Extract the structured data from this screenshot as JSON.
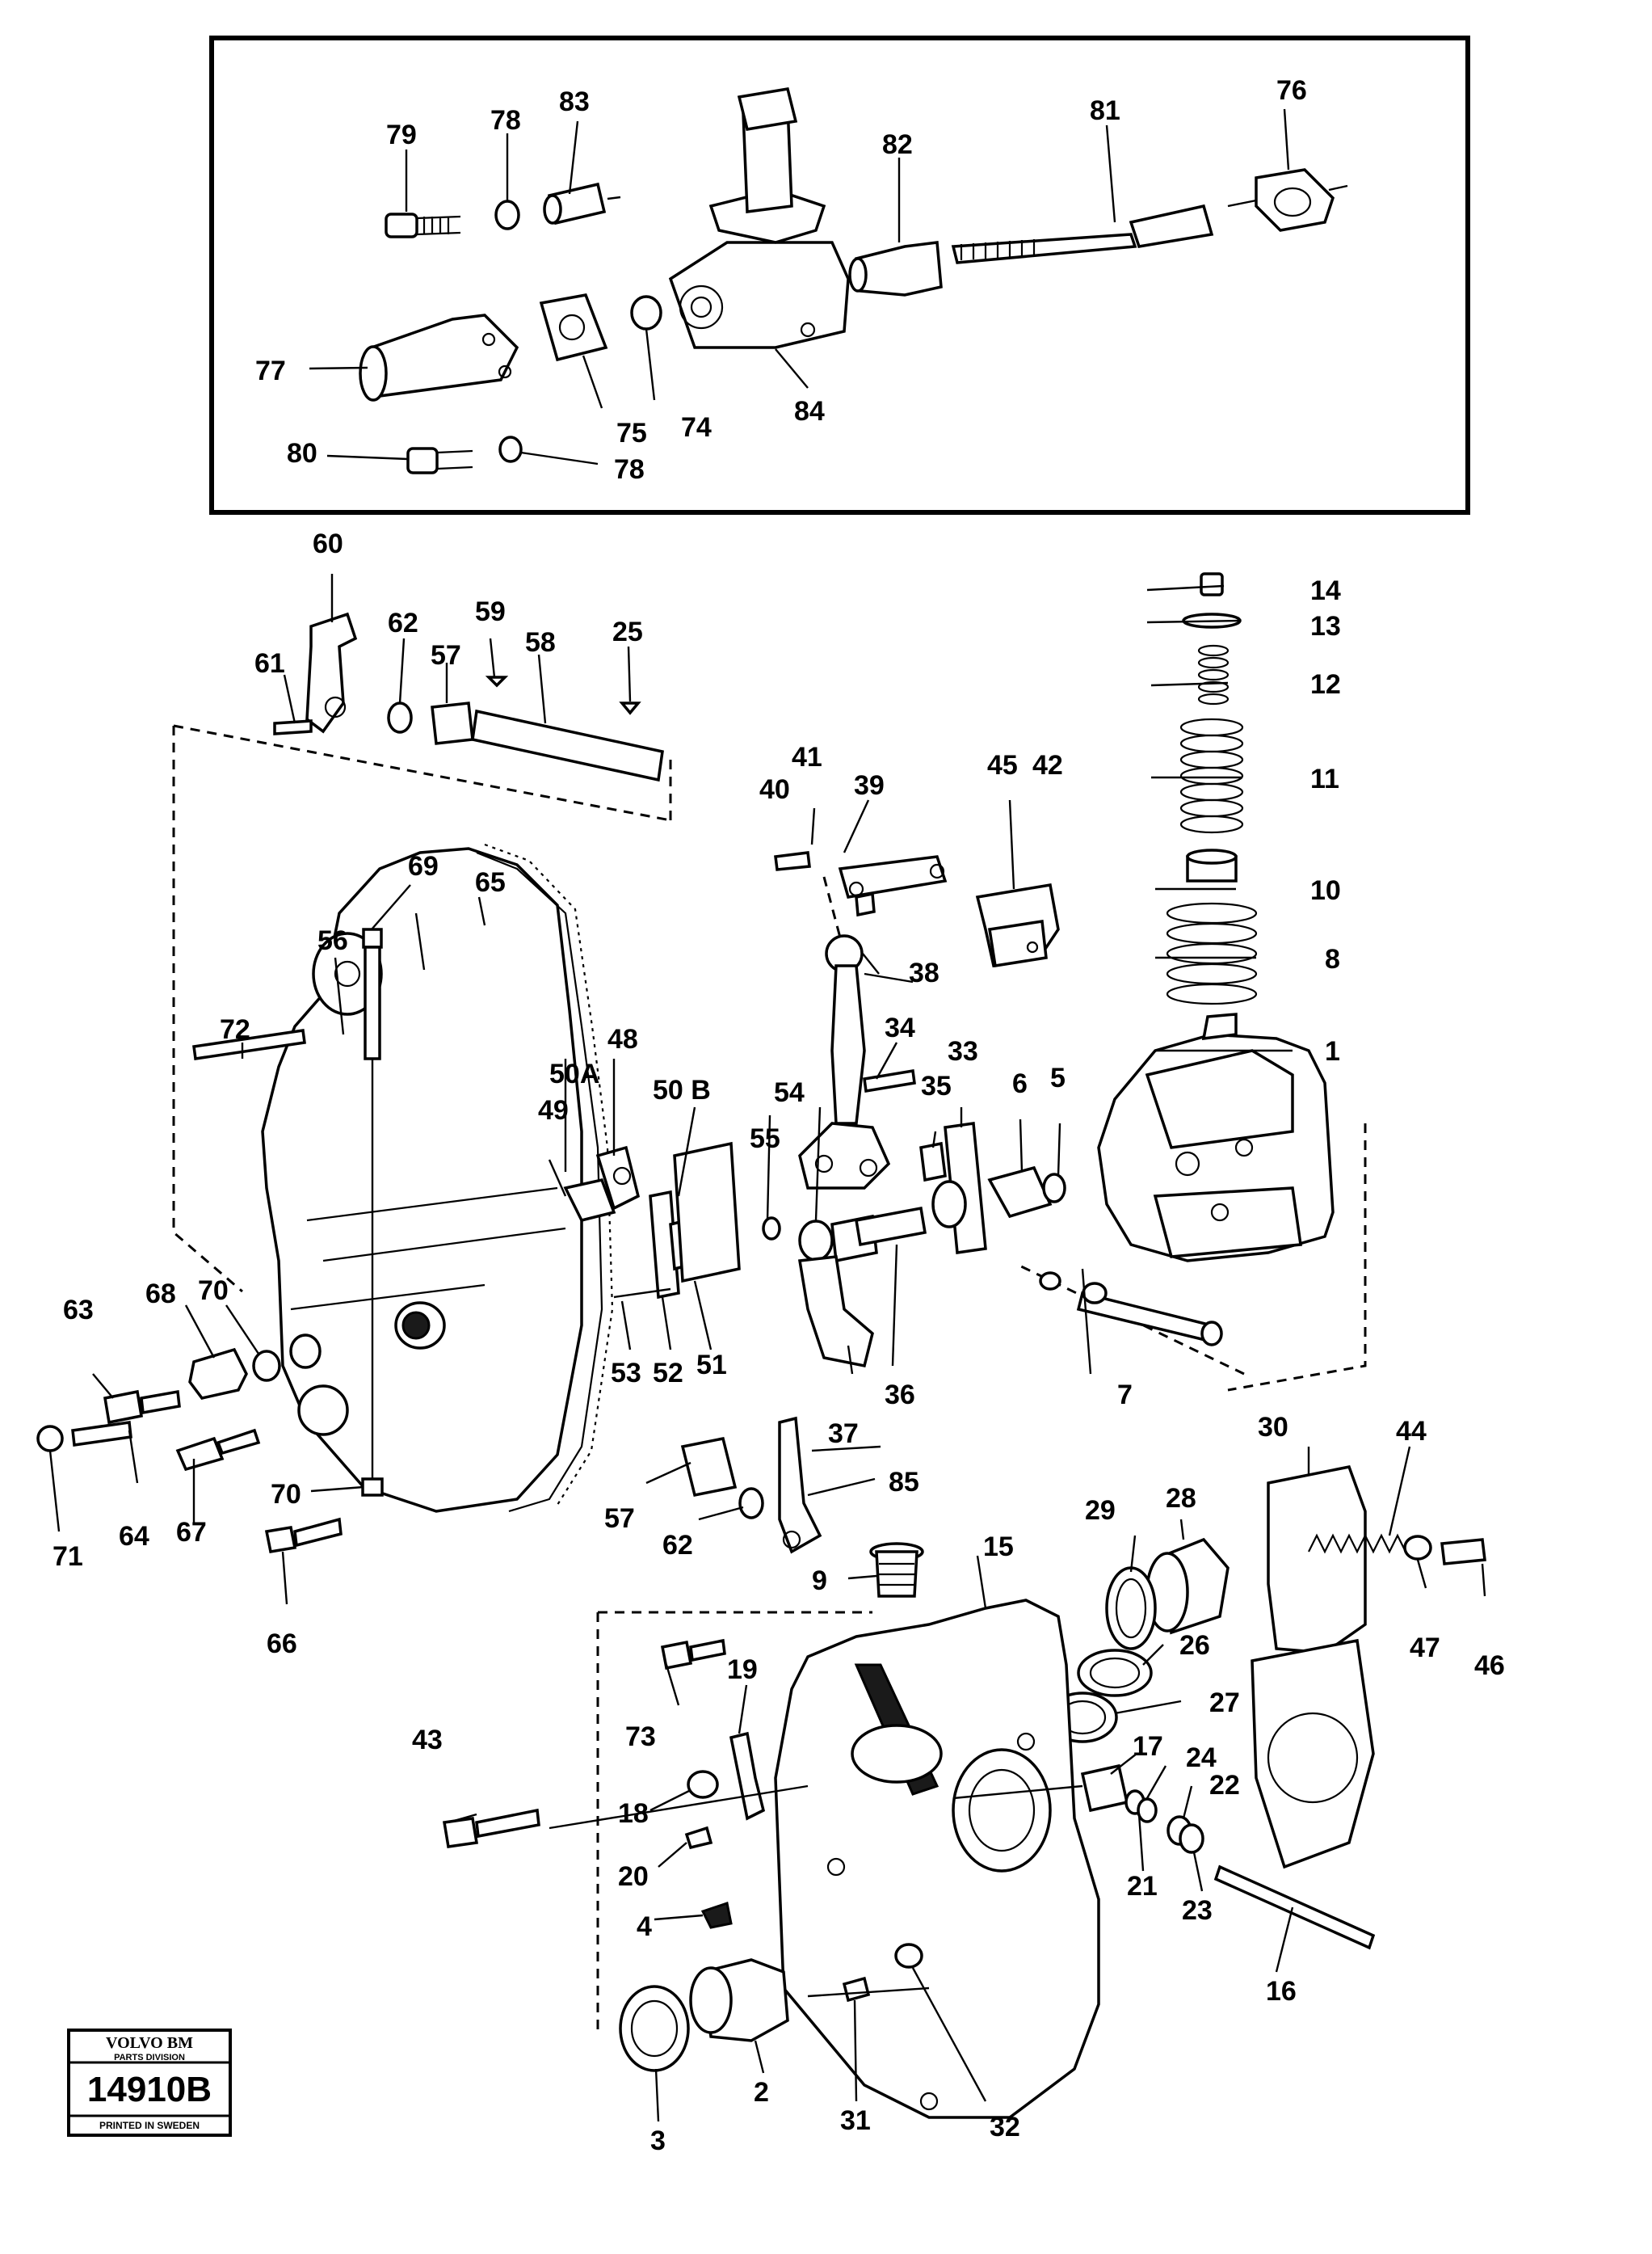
{
  "labels": {
    "l1": "1",
    "l2": "2",
    "l3": "3",
    "l4": "4",
    "l5": "5",
    "l6": "6",
    "l7": "7",
    "l8": "8",
    "l9": "9",
    "l10": "10",
    "l11": "11",
    "l12": "12",
    "l13": "13",
    "l14": "14",
    "l15": "15",
    "l16": "16",
    "l17": "17",
    "l18": "18",
    "l19": "19",
    "l20": "20",
    "l21": "21",
    "l22": "22",
    "l23": "23",
    "l24": "24",
    "l25": "25",
    "l26": "26",
    "l27": "27",
    "l28": "28",
    "l29": "29",
    "l30": "30",
    "l31": "31",
    "l32": "32",
    "l33": "33",
    "l34": "34",
    "l35": "35",
    "l36": "36",
    "l37": "37",
    "l38": "38",
    "l39": "39",
    "l40": "40",
    "l41": "41",
    "l42": "42",
    "l43": "43",
    "l44": "44",
    "l45": "45",
    "l46": "46",
    "l47": "47",
    "l48": "48",
    "l49": "49",
    "l50a": "50A",
    "l50b": "50 B",
    "l51": "51",
    "l52": "52",
    "l53": "53",
    "l54": "54",
    "l55": "55",
    "l56": "56",
    "l57a": "57",
    "l57b": "57",
    "l58": "58",
    "l59": "59",
    "l60": "60",
    "l61": "61",
    "l62a": "62",
    "l62b": "62",
    "l63": "63",
    "l64": "64",
    "l65": "65",
    "l66": "66",
    "l67": "67",
    "l68": "68",
    "l69": "69",
    "l70a": "70",
    "l70b": "70",
    "l71": "71",
    "l72": "72",
    "l73": "73",
    "l74": "74",
    "l75": "75",
    "l76": "76",
    "l77": "77",
    "l78a": "78",
    "l78b": "78",
    "l79": "79",
    "l80": "80",
    "l81": "81",
    "l82": "82",
    "l83": "83",
    "l84": "84",
    "l85": "85"
  },
  "stamp": {
    "brand": "VOLVO BM",
    "division": "PARTS DIVISION",
    "number": "14910B",
    "printed": "PRINTED IN SWEDEN"
  }
}
